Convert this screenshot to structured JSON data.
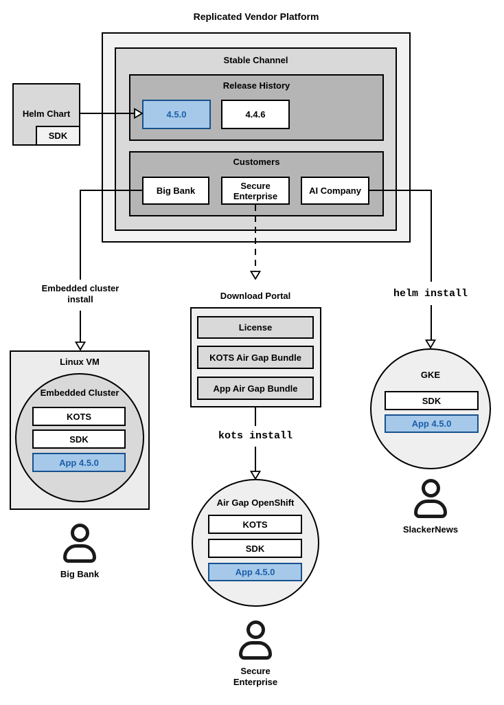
{
  "diagram_title": "Replicated Vendor Platform",
  "colors": {
    "blue_fill": "#a6c9ea",
    "blue_border": "#17508c",
    "blue_text": "#1c5ea9",
    "fill_outer": "#f2f2f2",
    "fill_mid": "#d9d9d9",
    "fill_dark": "#b5b5b5",
    "fill_circle": "#efefef",
    "fill_vm": "#ececec"
  },
  "platform": {
    "stable_channel": {
      "label": "Stable Channel",
      "release_history": {
        "label": "Release History",
        "releases": [
          {
            "version": "4.5.0",
            "state": "highlighted"
          },
          {
            "version": "4.4.6",
            "state": "normal"
          }
        ]
      },
      "customers": {
        "label": "Customers",
        "items": [
          "Big Bank",
          "Secure Enterprise",
          "AI Company"
        ]
      }
    }
  },
  "helm_chart": {
    "label": "Helm Chart",
    "sdk_label": "SDK"
  },
  "install_flows": {
    "embedded": {
      "label": "Embedded cluster install"
    },
    "airgap": {
      "portal": {
        "title": "Download Portal",
        "items": [
          "License",
          "KOTS Air Gap Bundle",
          "App Air Gap Bundle"
        ]
      },
      "command": "kots install"
    },
    "helm": {
      "command": "helm install"
    }
  },
  "environments": {
    "linux_vm": {
      "container_label": "Linux VM",
      "cluster_label": "Embedded Cluster",
      "components": [
        "KOTS",
        "SDK"
      ],
      "app": "App 4.5.0",
      "user": "Big Bank"
    },
    "openshift": {
      "cluster_label": "Air Gap OpenShift",
      "components": [
        "KOTS",
        "SDK"
      ],
      "app": "App 4.5.0",
      "user": "Secure Enterprise"
    },
    "gke": {
      "cluster_label": "GKE",
      "components": [
        "SDK"
      ],
      "app": "App 4.5.0",
      "user": "SlackerNews"
    }
  }
}
